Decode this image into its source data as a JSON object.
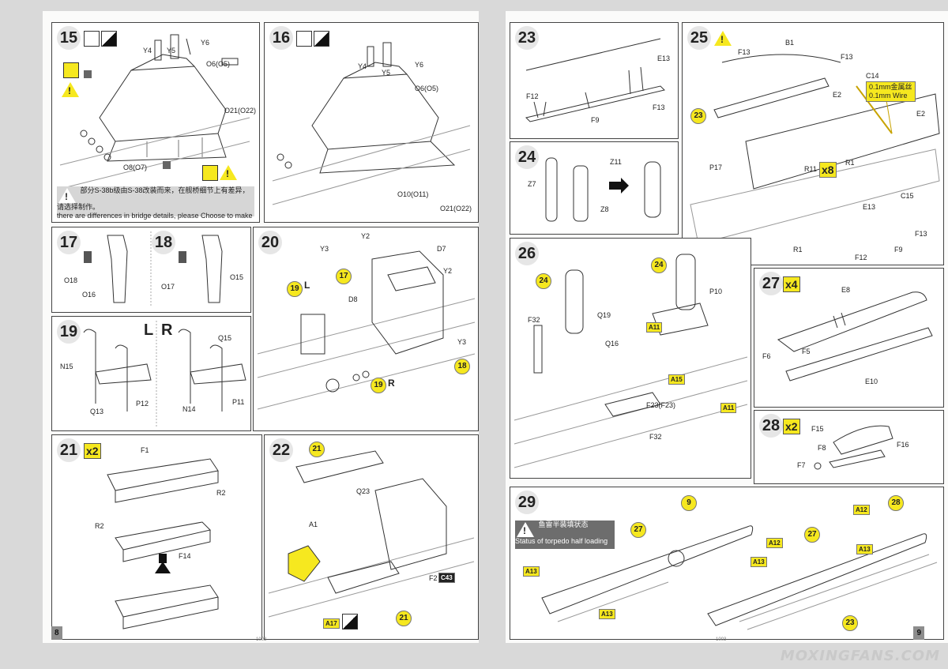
{
  "left_page": {
    "page_number": "8",
    "footer_code": "1003",
    "steps": {
      "s15": {
        "num": "15",
        "parts": [
          "Y4",
          "Y5",
          "Y6",
          "O6(O5)",
          "O21(O22)",
          "O8(O7)"
        ],
        "note_cn": "部分S-38b级由S-38改装而来，在舰桥细节上有差异，请选择制作。",
        "note_en": "there are differences in bridge details, please Choose to make"
      },
      "s16": {
        "num": "16",
        "parts": [
          "Y4",
          "Y5",
          "Y6",
          "O6(O5)",
          "O10(O11)",
          "O21(O22)"
        ]
      },
      "s17": {
        "num": "17",
        "parts": [
          "O18",
          "O16"
        ]
      },
      "s18": {
        "num": "18",
        "parts": [
          "O17",
          "O15"
        ]
      },
      "s19": {
        "num": "19",
        "L": "L",
        "R": "R",
        "parts": [
          "N15",
          "Q13",
          "P12",
          "Q15",
          "P11",
          "N14"
        ]
      },
      "s20": {
        "num": "20",
        "parts": [
          "Y3",
          "Y2",
          "D7",
          "D8",
          "Y2",
          "Y3"
        ],
        "refs": [
          "17",
          "19",
          "19",
          "18"
        ],
        "ref_L": "L",
        "ref_R": "R"
      },
      "s21": {
        "num": "21",
        "badge": "x2",
        "parts": [
          "F1",
          "R2",
          "R2",
          "F14"
        ]
      },
      "s22": {
        "num": "22",
        "parts": [
          "Q23",
          "A1",
          "F2",
          "A17"
        ],
        "refs": [
          "21",
          "21"
        ],
        "tag": "C43"
      }
    }
  },
  "right_page": {
    "page_number": "9",
    "footer_code": "1003",
    "watermark": "MOXINGFANS.COM",
    "steps": {
      "s23": {
        "num": "23",
        "parts": [
          "E13",
          "F12",
          "F13",
          "F9"
        ]
      },
      "s24": {
        "num": "24",
        "parts": [
          "Z11",
          "Z7",
          "Z8"
        ]
      },
      "s25": {
        "num": "25",
        "parts": [
          "B1",
          "F13",
          "F13",
          "C14",
          "E2",
          "E2",
          "R1",
          "R11",
          "P17",
          "E13",
          "C15",
          "F12",
          "F9",
          "F13",
          "R1"
        ],
        "ref": "23",
        "wire_cn": "0.1mm金属丝",
        "wire_en": "0.1mm Wire",
        "badge": "x8"
      },
      "s26": {
        "num": "26",
        "parts": [
          "F32",
          "Q19",
          "Q16",
          "P10",
          "A11",
          "A15",
          "F23(F23)",
          "A11",
          "F32"
        ],
        "refs": [
          "24",
          "24"
        ]
      },
      "s27": {
        "num": "27",
        "badge": "x4",
        "parts": [
          "E8",
          "F6",
          "F5",
          "E10"
        ]
      },
      "s28": {
        "num": "28",
        "badge": "x2",
        "parts": [
          "F15",
          "F8",
          "F16",
          "F7"
        ]
      },
      "s29": {
        "num": "29",
        "note_cn": "鱼雷半装填状态",
        "note_en": "Status of torpedo half loading",
        "parts": [
          "A13",
          "A13",
          "A12",
          "A13",
          "A12",
          "A13"
        ],
        "refs": [
          "27",
          "9",
          "27",
          "28",
          "23"
        ]
      }
    }
  },
  "colors": {
    "highlight": "#f6e81f",
    "panel_border": "#444444",
    "background": "#d9d9d9"
  }
}
